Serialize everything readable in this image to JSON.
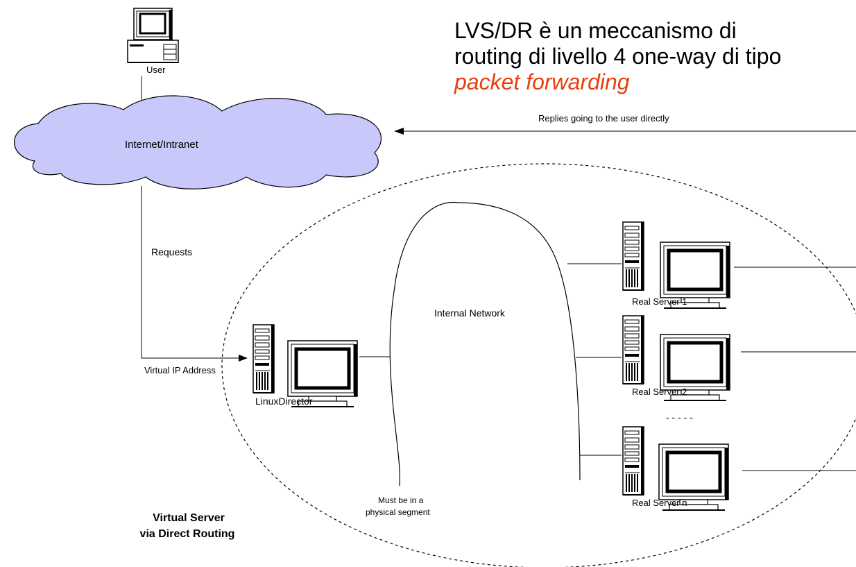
{
  "headline": {
    "line1": "LVS/DR è un meccanismo di",
    "line2": "routing di livello 4 one-way di tipo",
    "line3": "packet forwarding"
  },
  "user": {
    "label": "User"
  },
  "internet": {
    "label": "Internet/Intranet"
  },
  "replies": {
    "label": "Replies going to the user directly"
  },
  "requests": {
    "label": "Requests"
  },
  "vip": {
    "label": "Virtual IP Address"
  },
  "director": {
    "label": "LinuxDirector"
  },
  "internal_network": {
    "label": "Internal Network"
  },
  "segment_note": {
    "line1": "Must be in a",
    "line2": "physical segment"
  },
  "real_servers": [
    {
      "label": "Real Server 1"
    },
    {
      "label": "Real Server 2"
    },
    {
      "label": "Real Server n"
    }
  ],
  "ellipsis": {
    "label": "- - - - -"
  },
  "caption": {
    "line1": "Virtual Server",
    "line2": "via Direct Routing"
  },
  "colors": {
    "cloud_fill": "#c8c8fa",
    "accent_text": "#e8400c"
  }
}
